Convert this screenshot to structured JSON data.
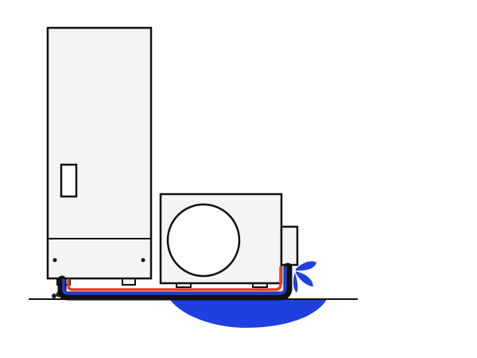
{
  "scene": {
    "background_color": "#ffffff",
    "line_color": "#111111",
    "unit_fill": "#f4f4f4",
    "hot_pipe_color": "#e8412a",
    "cold_pipe_color": "#1f3fe0",
    "water_color": "#1f3fe0",
    "components": [
      {
        "name": "storage-tank-unit",
        "icon": "water-heater-tank"
      },
      {
        "name": "outdoor-heat-pump-unit",
        "icon": "fan-unit"
      },
      {
        "name": "refrigerant-pipes",
        "icon": "pipes"
      },
      {
        "name": "water-leak-puddle",
        "icon": "puddle"
      }
    ]
  }
}
